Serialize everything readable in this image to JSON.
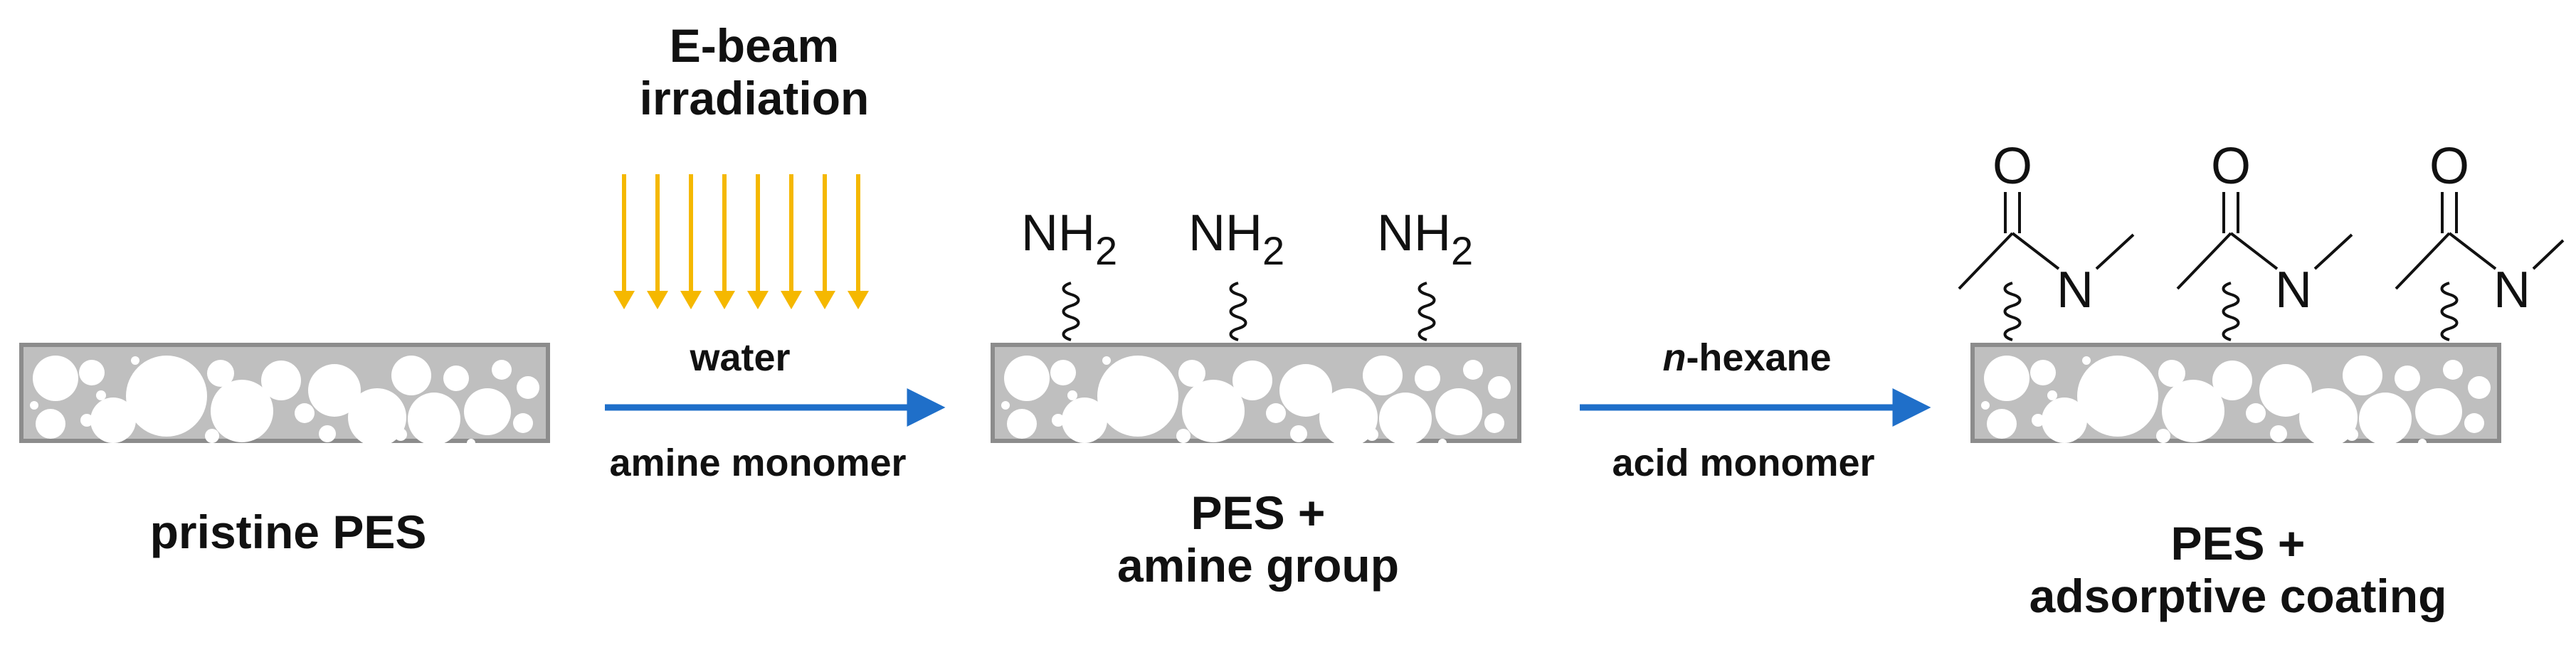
{
  "stage1": {
    "label": "pristine PES"
  },
  "step1": {
    "source_line1": "E-beam",
    "source_line2": "irradiation",
    "above_arrow": "water",
    "below_arrow": "amine monomer"
  },
  "stage2": {
    "label_line1": "PES +",
    "label_line2": "amine group",
    "group_base": "NH",
    "group_sub": "2"
  },
  "step2": {
    "above_arrow_italic": "n",
    "above_arrow_rest": "-hexane",
    "below_arrow": "acid monomer"
  },
  "stage3": {
    "label_line1": "PES +",
    "label_line2": "adsorptive coating",
    "oxygen": "O",
    "nitrogen": "N"
  },
  "colors": {
    "membrane_fill": "#bfbfbf",
    "membrane_border": "#8c8c8c",
    "pore": "#ffffff",
    "arrow_blue": "#1f6fc9",
    "beam_yellow": "#f5b800",
    "text": "#111111"
  }
}
